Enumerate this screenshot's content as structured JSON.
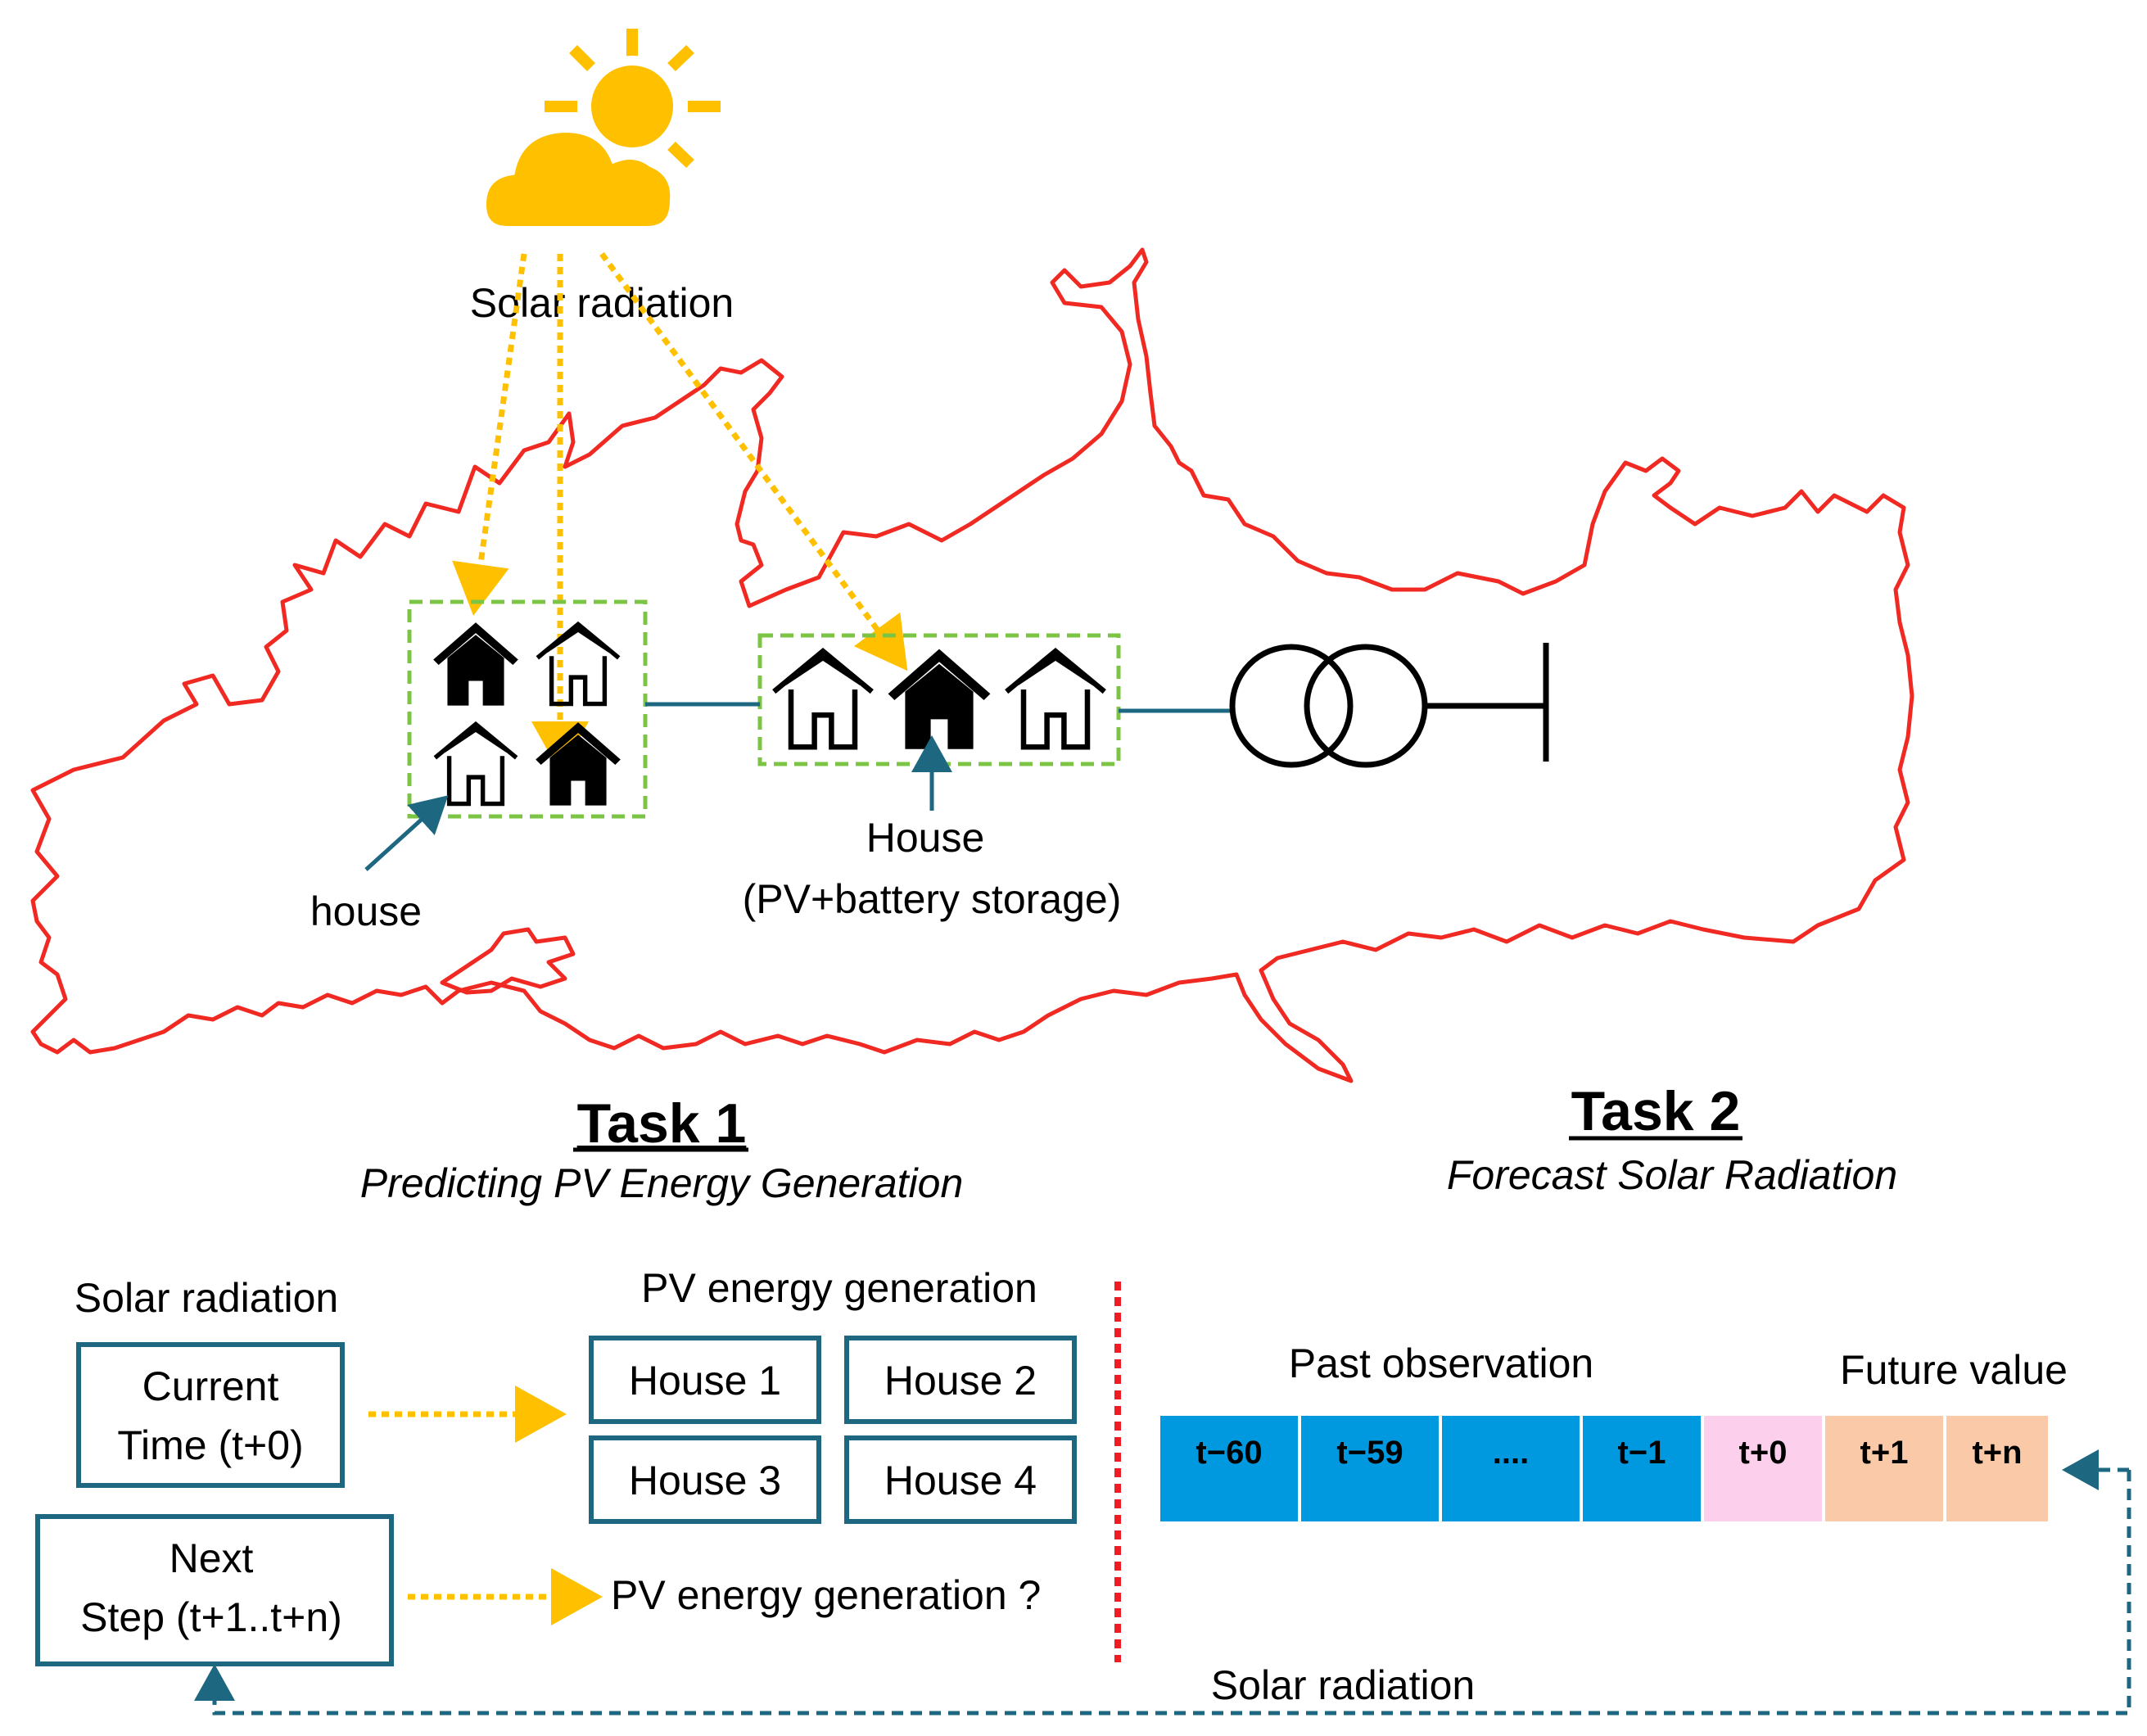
{
  "colors": {
    "map_outline": "#f02a23",
    "sun": "#ffc000",
    "dotted_arrow": "#ffc000",
    "group_border": "#7cc544",
    "teal": "#1d6880",
    "past_cell": "#0098de",
    "present_cell": "#fcd0ec",
    "future_cell": "#f9c9a8",
    "divider": "#ee1c24",
    "text": "#000000"
  },
  "icons": {
    "weather": "sun-behind-cloud-icon",
    "house": "house-icon",
    "transformer": "transformer-icon",
    "busbar": "busbar-icon"
  },
  "map": {
    "solar_label": "Solar radiation",
    "house_label": "house",
    "pv_house_label_line1": "House",
    "pv_house_label_line2": "(PV+battery storage)"
  },
  "task1": {
    "title": "Task 1",
    "subtitle": "Predicting PV Energy Generation",
    "input_label": "Solar radiation",
    "current_line1": "Current",
    "current_line2": "Time (t+0)",
    "output_label": "PV energy generation",
    "houses": [
      "House 1",
      "House 2",
      "House 3",
      "House 4"
    ],
    "next_line1": "Next",
    "next_line2": "Step (t+1..t+n)",
    "next_output": "PV energy generation ?"
  },
  "task2": {
    "title": "Task 2",
    "subtitle": "Forecast Solar Radiation",
    "past_label": "Past observation",
    "future_label": "Future value",
    "cells": [
      {
        "label": "t−60",
        "kind": "past"
      },
      {
        "label": "t−59",
        "kind": "past"
      },
      {
        "label": "....",
        "kind": "past"
      },
      {
        "label": "t−1",
        "kind": "past"
      },
      {
        "label": "t+0",
        "kind": "present"
      },
      {
        "label": "t+1",
        "kind": "future"
      },
      {
        "label": "t+n",
        "kind": "future"
      }
    ],
    "feedback_label": "Solar radiation"
  }
}
